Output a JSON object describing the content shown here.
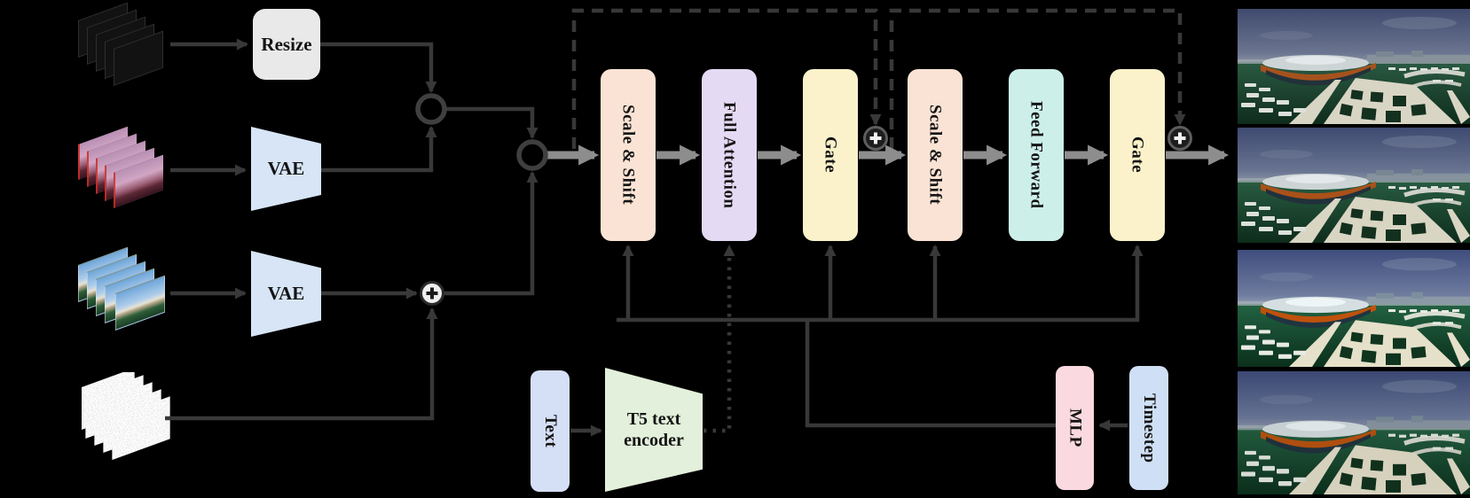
{
  "figure": {
    "type": "text-to-panorama diffusion transformer architecture diagram",
    "palette": {
      "background": "#000000",
      "wire_dark": "#383838",
      "wire_flow_gray": "#8d8d8d",
      "resize_fill": "#E9E9E9",
      "vae_fill": "#D7E5F6",
      "scale_shift_fill": "#FAE3D4",
      "full_attention_fill": "#E5DAF3",
      "gate_fill": "#FBF2CB",
      "feed_forward_fill": "#CDEFEA",
      "text_fill": "#D5DFF6",
      "t5_fill": "#E3F0DB",
      "mlp_fill": "#FBD9E0",
      "timestep_fill": "#CFE0F6"
    },
    "nodes": {
      "resize": "Resize",
      "vae_top": "VAE",
      "vae_bottom": "VAE",
      "text_input": "Text",
      "t5_encoder": "T5 text encoder",
      "mlp": "MLP",
      "timestep": "Timestep"
    },
    "dit_blocks": [
      {
        "label": "Scale & Shift",
        "color": "#FAE3D4"
      },
      {
        "label": "Full Attention",
        "color": "#E5DAF3"
      },
      {
        "label": "Gate",
        "color": "#FBF2CB"
      },
      {
        "label": "Scale & Shift",
        "color": "#FAE3D4"
      },
      {
        "label": "Feed Forward",
        "color": "#CDEFEA"
      },
      {
        "label": "Gate",
        "color": "#FBF2CB"
      }
    ]
  }
}
